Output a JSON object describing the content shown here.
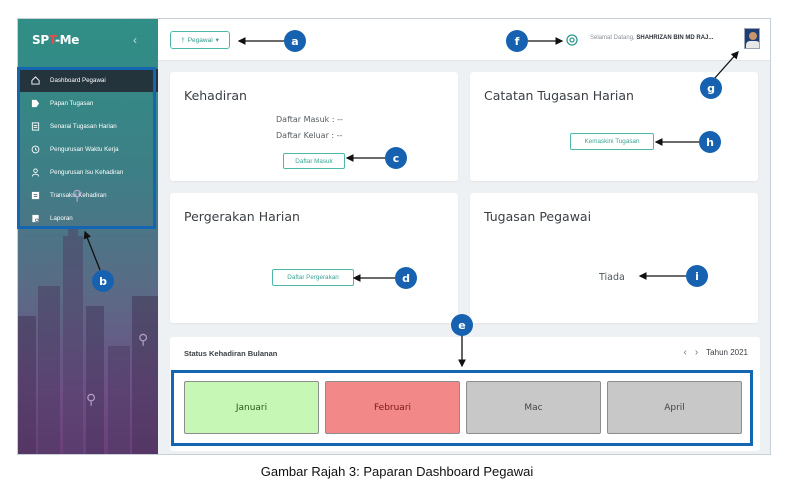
{
  "app": {
    "brand_prefix": "SP",
    "brand_mark": "T",
    "brand_suffix": "-Me"
  },
  "sidebar": {
    "items": [
      {
        "label": "Dashboard Pegawai",
        "icon": "home-icon",
        "active": true
      },
      {
        "label": "Papan Tugasan",
        "icon": "tag-icon",
        "active": false
      },
      {
        "label": "Senarai Tugasan Harian",
        "icon": "clipboard-icon",
        "active": false
      },
      {
        "label": "Pengurusan Waktu Kerja",
        "icon": "history-icon",
        "active": false
      },
      {
        "label": "Pengurusan Isu Kehadiran",
        "icon": "person-icon",
        "active": false
      },
      {
        "label": "Transaksi Kehadiran",
        "icon": "list-icon",
        "active": false
      },
      {
        "label": "Laporan",
        "icon": "report-icon",
        "active": false
      }
    ]
  },
  "header": {
    "role_button": "Pegawai",
    "welcome_text": "Selamat Datang, ",
    "user_name": "SHAHRIZAN BIN MD RAJ..."
  },
  "cards": {
    "kehadiran": {
      "title": "Kehadiran",
      "daftar_masuk_line": "Daftar Masuk : --",
      "daftar_keluar_line": "Daftar Keluar : --",
      "button": "Daftar Masuk"
    },
    "catatan": {
      "title": "Catatan Tugasan Harian",
      "button": "Kemaskini Tugasan"
    },
    "pergerakan": {
      "title": "Pergerakan Harian",
      "button": "Daftar Pergerakan"
    },
    "tugasan": {
      "title": "Tugasan Pegawai",
      "value": "Tiada"
    }
  },
  "status": {
    "title": "Status Kehadiran Bulanan",
    "year": "Tahun 2021",
    "months": [
      {
        "label": "Januari",
        "bg": "#c6f7b5",
        "fg": "#2d5a1e"
      },
      {
        "label": "Februari",
        "bg": "#f28888",
        "fg": "#7a1a1a"
      },
      {
        "label": "Mac",
        "bg": "#c8c8c8",
        "fg": "#444444"
      },
      {
        "label": "April",
        "bg": "#c8c8c8",
        "fg": "#444444"
      }
    ]
  },
  "annotations": {
    "a": "a",
    "b": "b",
    "c": "c",
    "d": "d",
    "e": "e",
    "f": "f",
    "g": "g",
    "h": "h",
    "i": "i"
  },
  "caption": "Gambar Rajah 3: Paparan Dashboard Pegawai",
  "colors": {
    "accent": "#4fb7a9",
    "annotation_blue": "#1466b3",
    "sidebar_active": "#23343d"
  }
}
